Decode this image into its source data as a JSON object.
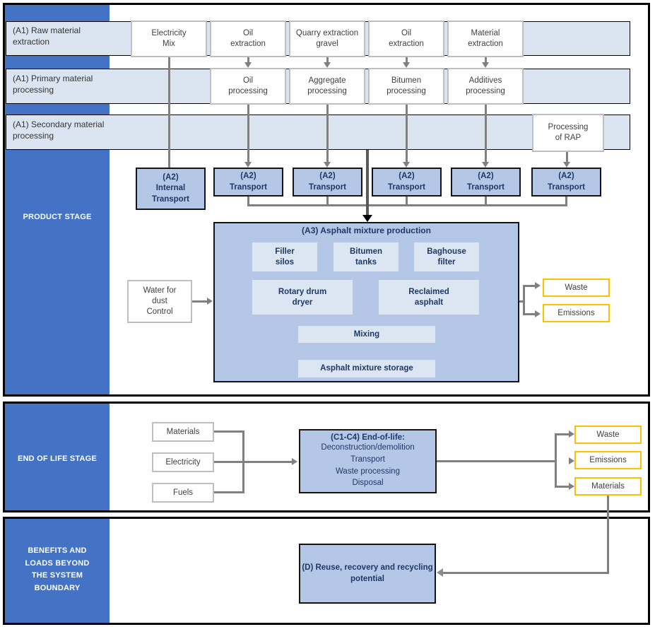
{
  "palette": {
    "stage_blue": "#4472C4",
    "band_blue": "#DBE5F2",
    "node_blue": "#B4C7E7",
    "node_inner_blue": "#DCE6F3",
    "output_yellow": "#FFC000",
    "connector_gray": "#808080",
    "node_text_navy": "#1F3864"
  },
  "product_stage": {
    "sidebar_label": "PRODUCT STAGE",
    "band_labels": [
      "(A1) Raw material\nextraction",
      "(A1) Primary material\nprocessing",
      "(A1) Secondary material\nprocessing"
    ],
    "raw_material_boxes": [
      "Electricity\nMix",
      "Oil\nextraction",
      "Quarry extraction\ngravel",
      "Oil\nextraction",
      "Material\nextraction"
    ],
    "primary_processing_boxes": [
      "Oil\nprocessing",
      "Aggregate\nprocessing",
      "Bitumen\nprocessing",
      "Additives\nprocessing"
    ],
    "secondary_processing_box": "Processing\nof RAP",
    "internal_transport_box": "(A2)\nInternal\nTransport",
    "transport_boxes": [
      "(A2)\nTransport",
      "(A2)\nTransport",
      "(A2)\nTransport",
      "(A2)\nTransport",
      "(A2)\nTransport"
    ],
    "production": {
      "title": "(A3) Asphalt mixture production",
      "units": [
        "Filler\nsilos",
        "Bitumen\ntanks",
        "Baghouse\nfilter",
        "Rotary drum\ndryer",
        "Reclaimed\nasphalt",
        "Mixing",
        "Asphalt mixture storage"
      ]
    },
    "water_input_box": "Water for\ndust\nControl",
    "output_boxes": [
      "Waste",
      "Emissions"
    ]
  },
  "end_of_life_stage": {
    "sidebar_label": "END OF LIFE STAGE",
    "input_boxes": [
      "Materials",
      "Electricity",
      "Fuels"
    ],
    "process_box": {
      "title": "(C1-C4) End-of-life:",
      "body": "Deconstruction/demolition\nTransport\nWaste processing\nDisposal"
    },
    "output_boxes": [
      "Waste",
      "Emissions",
      "Materials"
    ]
  },
  "benefits_stage": {
    "sidebar_label": "BENEFITS AND\nLOADS BEYOND\nTHE SYSTEM\nBOUNDARY",
    "d_box": "(D) Reuse, recovery and recycling\npotential"
  }
}
